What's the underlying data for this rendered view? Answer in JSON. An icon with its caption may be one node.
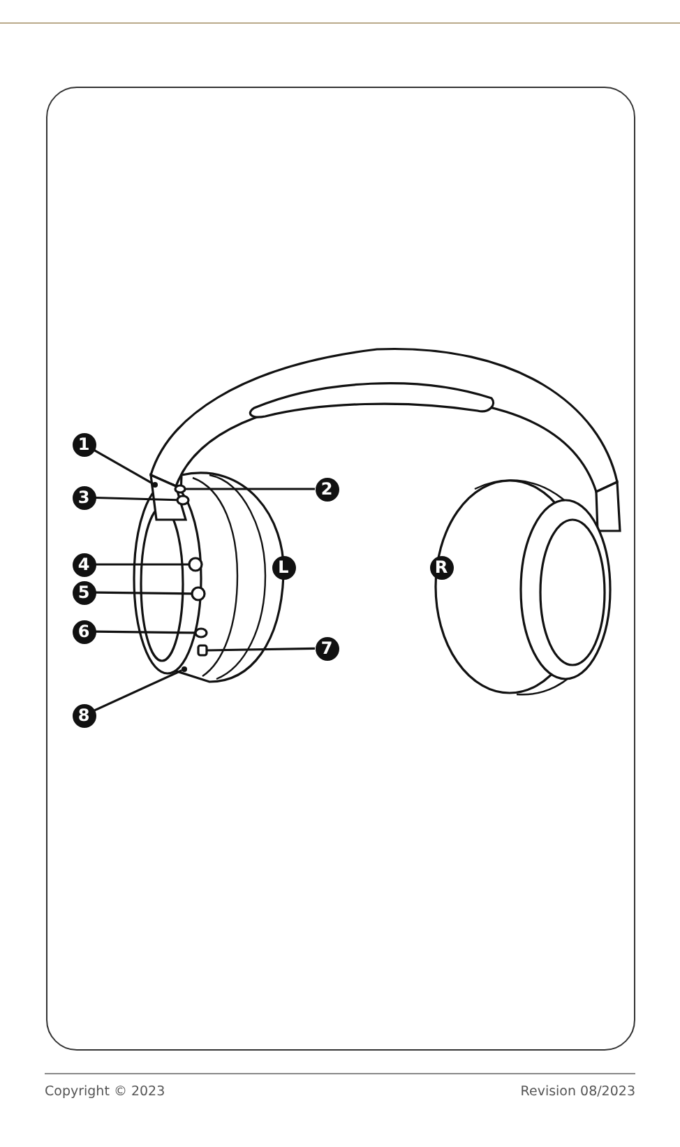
{
  "diagram": {
    "nodes": [
      {
        "text": [
          "1"
        ]
      },
      {
        "text": [
          "2"
        ]
      },
      {
        "text": [
          "3"
        ]
      },
      {
        "text": [
          "4"
        ]
      },
      {
        "text": [
          "5"
        ]
      },
      {
        "text": [
          "6"
        ]
      },
      {
        "text": [
          "7"
        ]
      },
      {
        "text": [
          "8"
        ]
      },
      {
        "text": [
          "L"
        ]
      },
      {
        "text": [
          "R"
        ]
      },
      {
        "text": [],
        "shape": "circle"
      },
      {
        "text": [],
        "shape": "circle"
      },
      {
        "text": [],
        "shape": "circle"
      },
      {
        "text": [],
        "shape": "circle"
      },
      {
        "text": [],
        "shape": "circle"
      },
      {
        "text": [],
        "shape": "box"
      },
      {
        "text": [],
        "shape": "circle"
      },
      {
        "text": [],
        "shape": "circle"
      }
    ],
    "edges": [
      {
        "from": 0,
        "to": 16,
        "arrow": "none"
      },
      {
        "from": 1,
        "to": 10,
        "arrow": "none"
      },
      {
        "from": 2,
        "to": 11,
        "arrow": "none"
      },
      {
        "from": 3,
        "to": 12,
        "arrow": "none"
      },
      {
        "from": 4,
        "to": 13,
        "arrow": "none"
      },
      {
        "from": 5,
        "to": 14,
        "arrow": "none"
      },
      {
        "from": 6,
        "to": 15,
        "arrow": "none"
      },
      {
        "from": 7,
        "to": 17,
        "arrow": "none"
      }
    ],
    "labels": [
      "Copyright © 2023",
      "Revision 08/2023"
    ]
  }
}
